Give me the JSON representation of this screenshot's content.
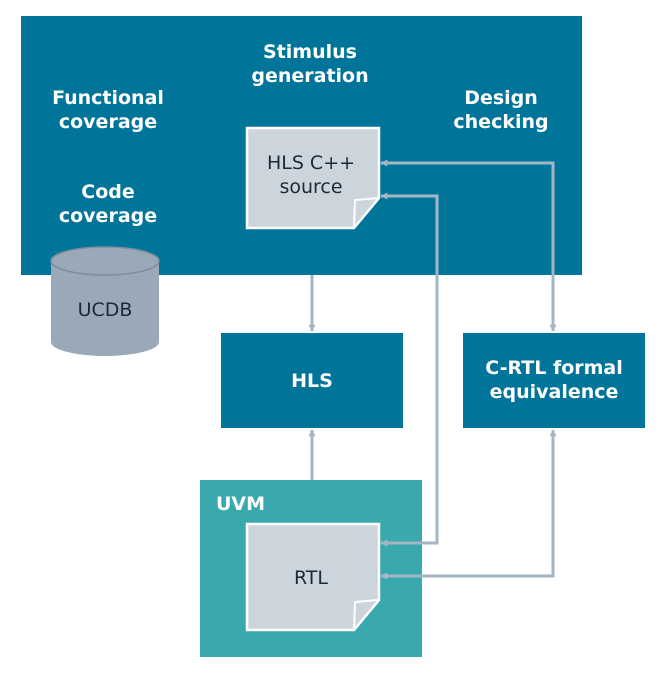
{
  "colors": {
    "main_block": "#007599",
    "uvm_block": "#39a9ad",
    "document": "#cdd5dc",
    "database": "#9aa9b7",
    "arrow": "#a3b6c6",
    "label": "#ffffff",
    "document_text": "#1b2a36"
  },
  "main_block": {
    "stimulus_line1": "Stimulus",
    "stimulus_line2": "generation",
    "functional_line1": "Functional",
    "functional_line2": "coverage",
    "design_line1": "Design",
    "design_line2": "checking",
    "code_line1": "Code",
    "code_line2": "coverage"
  },
  "hls_source_doc": {
    "line1": "HLS C++",
    "line2": "source"
  },
  "database": {
    "label": "UCDB"
  },
  "hls_box": {
    "label": "HLS"
  },
  "formal_box": {
    "line1": "C-RTL formal",
    "line2": "equivalence"
  },
  "uvm_block": {
    "label": "UVM"
  },
  "rtl_doc": {
    "label": "RTL"
  }
}
